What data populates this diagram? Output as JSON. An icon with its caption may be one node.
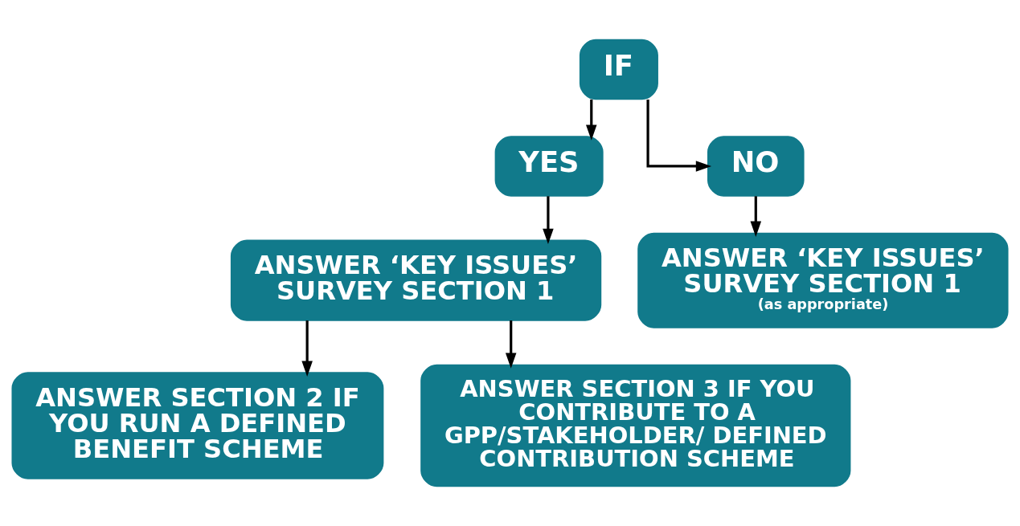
{
  "diagram": {
    "nodes": [
      {
        "text": [
          "IF"
        ]
      },
      {
        "text": [
          "YES"
        ]
      },
      {
        "text": [
          "NO"
        ]
      },
      {
        "text": [
          "ANSWER ‘KEY ISSUES’ SURVEY SECTION 1"
        ]
      },
      {
        "text": [
          "ANSWER ‘KEY ISSUES’ SURVEY SECTION 1",
          "(as appropriate)"
        ]
      },
      {
        "text": [
          "ANSWER SECTION 2 IF YOU RUN A DEFINED BENEFIT SCHEME"
        ]
      },
      {
        "text": [
          "ANSWER SECTION 3 IF YOU CONTRIBUTE TO A GPP/STAKEHOLDER/ DEFINED CONTRIBUTION SCHEME"
        ]
      }
    ],
    "edges": [
      {
        "from": 0,
        "to": 1,
        "arrow": "to"
      },
      {
        "from": 0,
        "to": 2,
        "arrow": "to"
      },
      {
        "from": 1,
        "to": 3,
        "arrow": "to"
      },
      {
        "from": 2,
        "to": 4,
        "arrow": "to"
      },
      {
        "from": 3,
        "to": 5,
        "arrow": "to"
      },
      {
        "from": 3,
        "to": 6,
        "arrow": "to"
      }
    ]
  }
}
